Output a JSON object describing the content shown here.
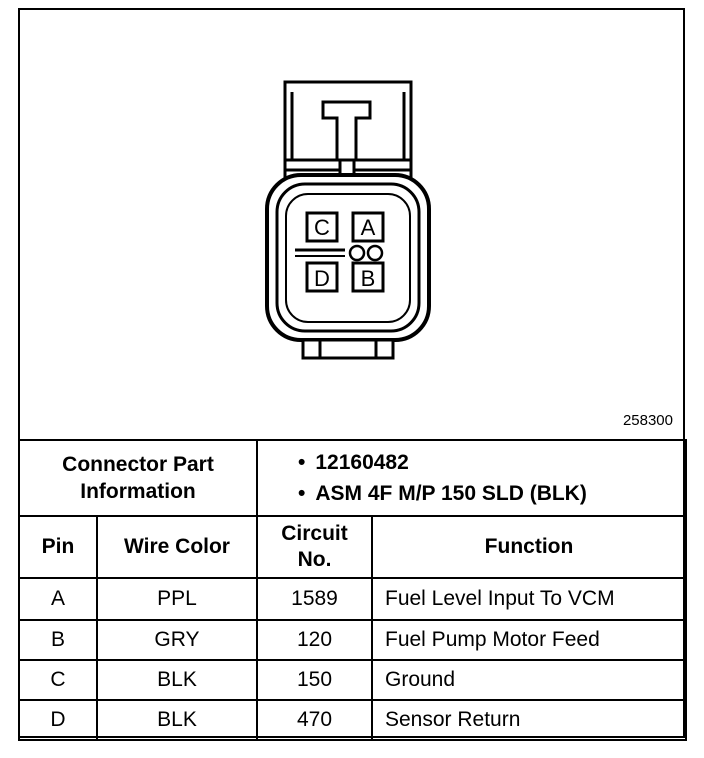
{
  "figure": {
    "number": "258300"
  },
  "connector": {
    "pins": [
      {
        "label": "C"
      },
      {
        "label": "A"
      },
      {
        "label": "D"
      },
      {
        "label": "B"
      }
    ]
  },
  "part_info": {
    "label_line1": "Connector Part",
    "label_line2": "Information",
    "items": [
      "12160482",
      "ASM 4F M/P 150 SLD (BLK)"
    ]
  },
  "table": {
    "headers": {
      "pin": "Pin",
      "wire_color": "Wire Color",
      "circuit_line1": "Circuit",
      "circuit_line2": "No.",
      "function": "Function"
    },
    "rows": [
      {
        "pin": "A",
        "wire_color": "PPL",
        "circuit": "1589",
        "function": "Fuel Level Input To VCM"
      },
      {
        "pin": "B",
        "wire_color": "GRY",
        "circuit": "120",
        "function": "Fuel Pump Motor Feed"
      },
      {
        "pin": "C",
        "wire_color": "BLK",
        "circuit": "150",
        "function": "Ground"
      },
      {
        "pin": "D",
        "wire_color": "BLK",
        "circuit": "470",
        "function": "Sensor Return"
      }
    ]
  }
}
